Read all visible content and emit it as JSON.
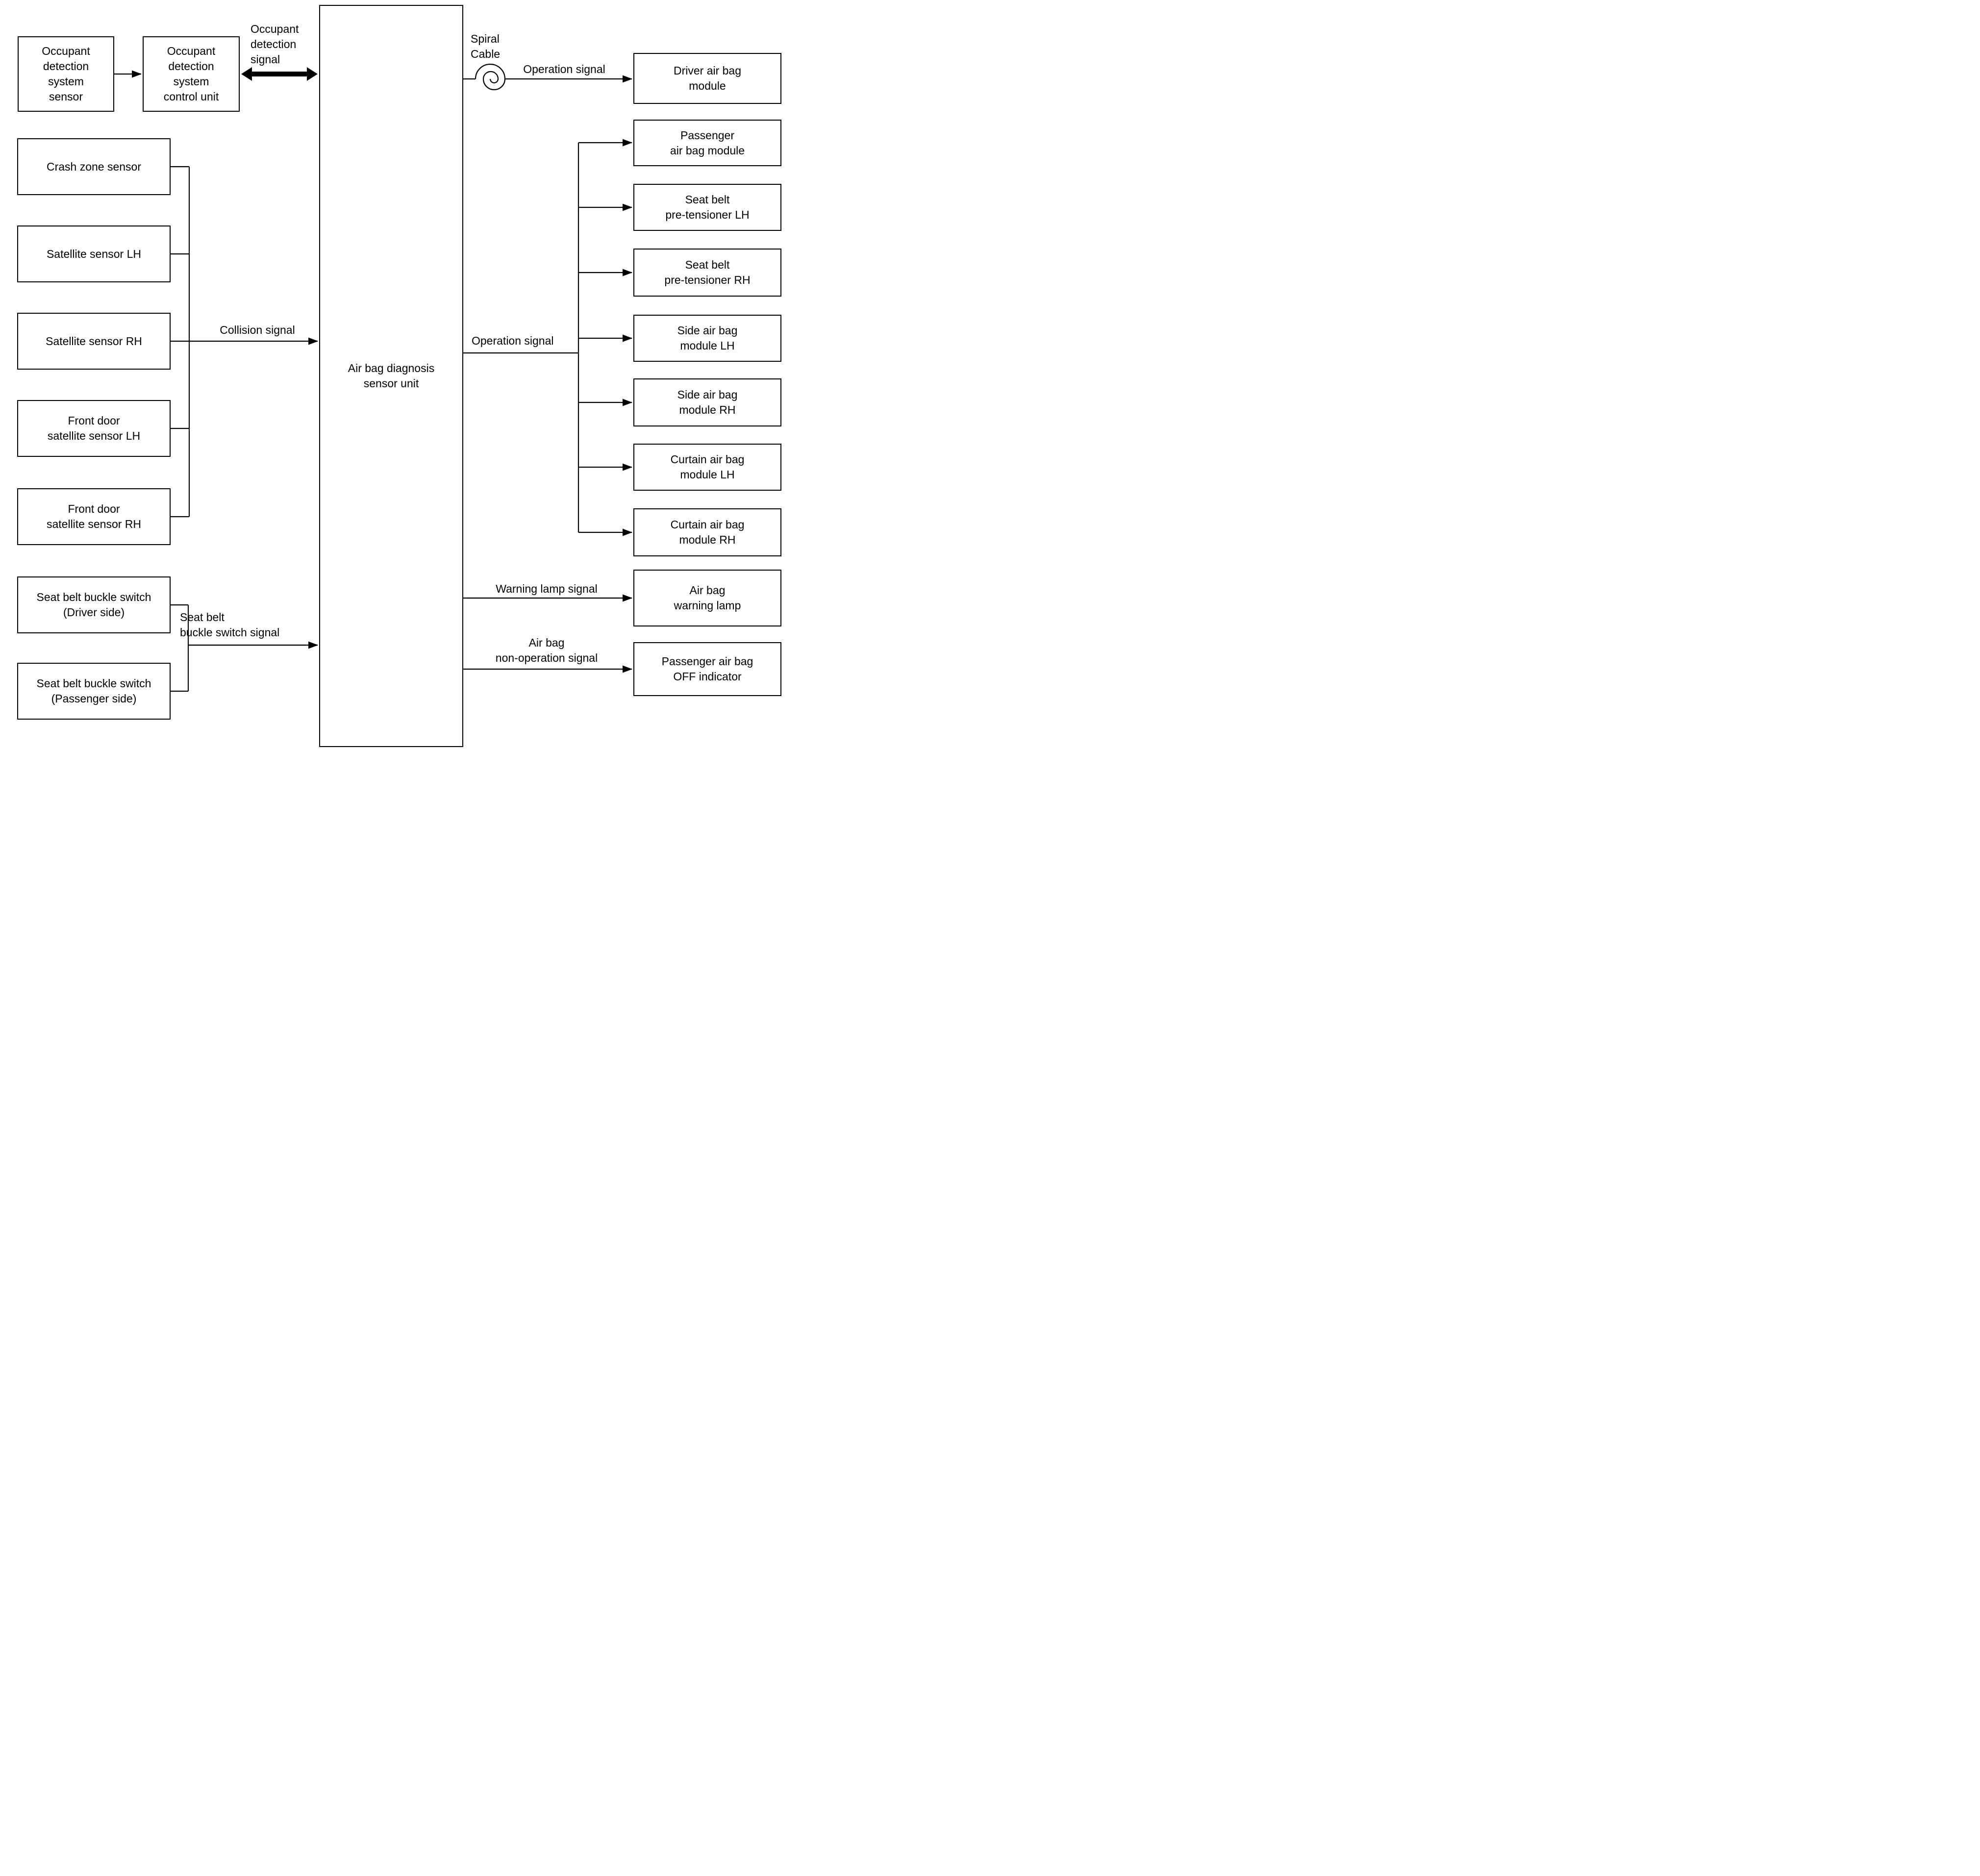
{
  "boxes": {
    "occupant_detection_sensor": "Occupant\ndetection\nsystem\nsensor",
    "occupant_detection_control_unit": "Occupant\ndetection\nsystem\ncontrol unit",
    "crash_zone_sensor": "Crash zone sensor",
    "satellite_sensor_lh": "Satellite sensor LH",
    "satellite_sensor_rh": "Satellite sensor RH",
    "front_door_satellite_sensor_lh": "Front door\nsatellite sensor LH",
    "front_door_satellite_sensor_rh": "Front door\nsatellite sensor RH",
    "seat_belt_buckle_switch_driver": "Seat belt buckle switch\n(Driver side)",
    "seat_belt_buckle_switch_passenger": "Seat belt buckle switch\n(Passenger side)",
    "air_bag_diagnosis_sensor_unit": "Air bag diagnosis\nsensor unit",
    "driver_air_bag_module": "Driver air bag\nmodule",
    "passenger_air_bag_module": "Passenger\nair bag module",
    "seat_belt_pre_tensioner_lh": "Seat belt\npre-tensioner LH",
    "seat_belt_pre_tensioner_rh": "Seat belt\npre-tensioner RH",
    "side_air_bag_module_lh": "Side air bag\nmodule LH",
    "side_air_bag_module_rh": "Side air bag\nmodule RH",
    "curtain_air_bag_module_lh": "Curtain air bag\nmodule LH",
    "curtain_air_bag_module_rh": "Curtain air bag\nmodule RH",
    "air_bag_warning_lamp": "Air bag\nwarning lamp",
    "passenger_air_bag_off_indicator": "Passenger air bag\nOFF indicator"
  },
  "signals": {
    "occupant_detection_signal": "Occupant\ndetection\nsignal",
    "collision_signal": "Collision signal",
    "seat_belt_buckle_switch_signal": "Seat belt\nbuckle switch signal",
    "spiral_cable": "Spiral\nCable",
    "operation_signal_top": "Operation signal",
    "operation_signal_bus": "Operation signal",
    "warning_lamp_signal": "Warning lamp signal",
    "air_bag_non_operation_signal": "Air bag\nnon-operation signal"
  },
  "colors": {
    "line": "#000000",
    "background": "#ffffff",
    "box_fill": "#ffffff",
    "text": "#000000"
  }
}
